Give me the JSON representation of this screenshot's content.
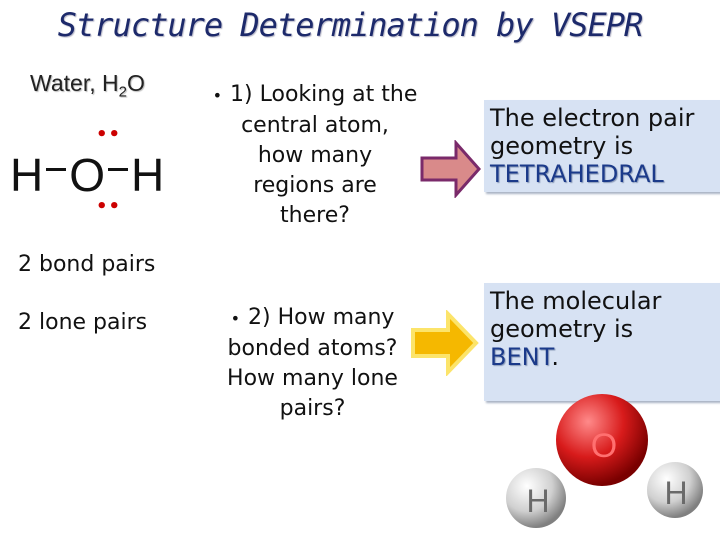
{
  "slide": {
    "title": "Structure Determination by VSEPR",
    "water_label": "Water, H",
    "water_sub": "2",
    "water_tail": "O",
    "lewis": {
      "left_atom": "H",
      "center_atom": "O",
      "right_atom": "H",
      "lone_pair_dots": "••"
    },
    "bond_pairs": "2 bond pairs",
    "lone_pairs": "2 lone pairs",
    "question1": {
      "bullet": "•",
      "lines": [
        "1) Looking at the",
        "central atom,",
        "how many",
        "regions are",
        "there?"
      ]
    },
    "question2": {
      "bullet": "•",
      "lines": [
        "2) How many",
        "bonded atoms?",
        "How many lone",
        "pairs?"
      ]
    },
    "answer1": {
      "line1": "The electron pair",
      "line2": "geometry is",
      "highlight": "TETRAHEDRAL"
    },
    "answer2": {
      "line1": "The molecular",
      "line2": "geometry is",
      "highlight": "BENT",
      "tail": "."
    },
    "model": {
      "oxygen_label": "O",
      "hydrogen_left_label": "H",
      "hydrogen_right_label": "H"
    },
    "colors": {
      "title": "#1d2a6b",
      "arrow1": "#d98a8a",
      "arrow2": "#f5b800",
      "answer_box": "#d7e2f3",
      "oxygen": "#d81b1b",
      "hydrogen": "#d9d9d9"
    }
  }
}
